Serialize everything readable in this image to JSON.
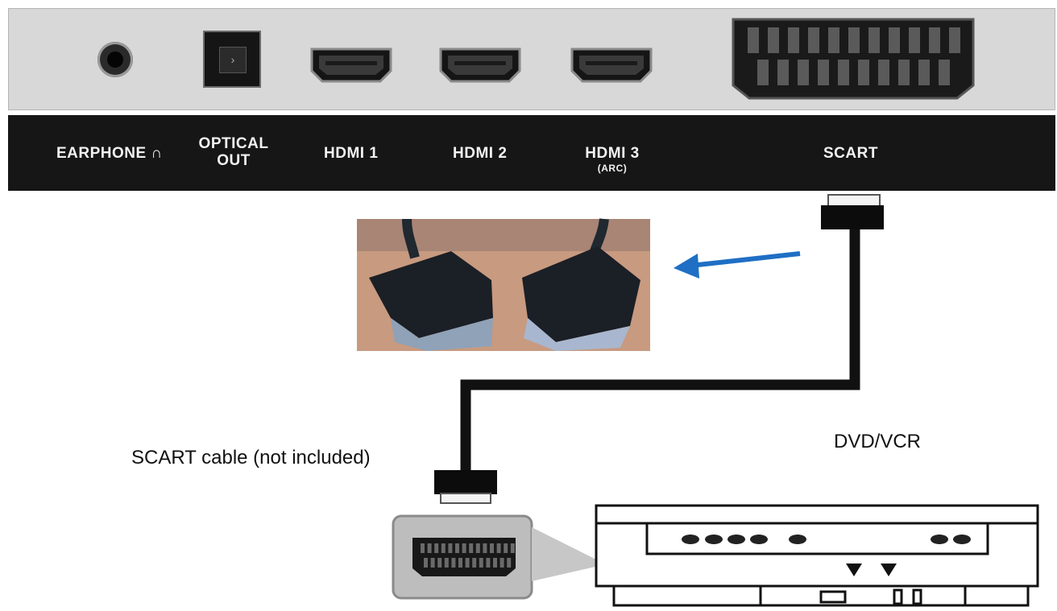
{
  "ports": {
    "earphone": "EARPHONE ∩",
    "optical_line1": "OPTICAL",
    "optical_line2": "OUT",
    "hdmi1": "HDMI 1",
    "hdmi2": "HDMI 2",
    "hdmi3": "HDMI 3",
    "hdmi3_sub": "(ARC)",
    "scart": "SCART"
  },
  "diagram": {
    "cable_label": "SCART cable (not included)",
    "device_label": "DVD/VCR"
  },
  "colors": {
    "panel": "#d8d8d8",
    "label_bar": "#161616",
    "arrow": "#1f6fc4",
    "cable": "#111111"
  },
  "icons": {
    "earphone": "headphone-jack-icon",
    "optical": "optical-port-icon",
    "hdmi": "hdmi-port-icon",
    "scart": "scart-port-icon",
    "arrow": "arrow-left-icon"
  }
}
